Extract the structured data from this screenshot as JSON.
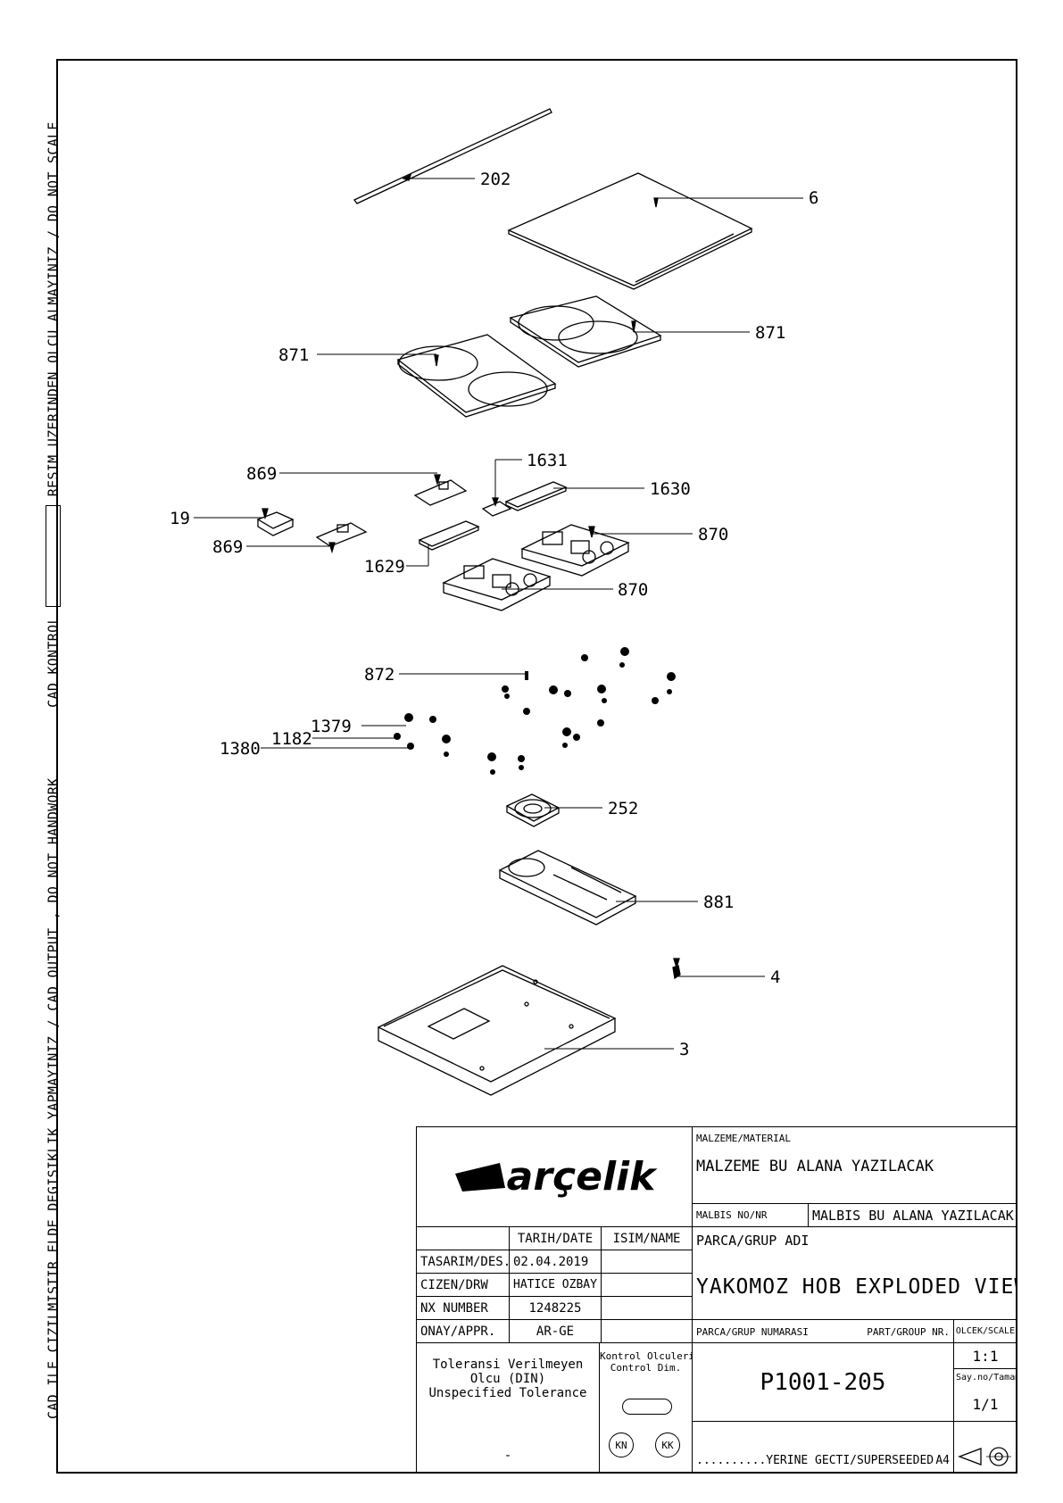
{
  "side_text": {
    "part1": "CAD ILE CIZILMISTIR ELDE DEGISIKLIK YAPMAYINIZ / CAD OUTPUT , DO NOT HANDWORK",
    "part2": "CAD KONTROL",
    "part3": "RESIM UZERINDEN OLCU ALMAYINIZ / DO NOT SCALE"
  },
  "callouts": {
    "c202": "202",
    "c6": "6",
    "c871a": "871",
    "c871b": "871",
    "c869a": "869",
    "c1631": "1631",
    "c1630": "1630",
    "c19": "19",
    "c869b": "869",
    "c870a": "870",
    "c1629": "1629",
    "c870b": "870",
    "c872": "872",
    "c1379": "1379",
    "c1182": "1182",
    "c1380": "1380",
    "c252": "252",
    "c881": "881",
    "c4": "4",
    "c3": "3"
  },
  "title_block": {
    "logo": "arçelik",
    "material_label": "MALZEME/MATERIAL",
    "material_value": "MALZEME BU ALANA YAZILACAK",
    "malbis_label": "MALBIS NO/NR",
    "malbis_value": "MALBIS BU ALANA YAZILACAK",
    "date_header": "TARIH/DATE",
    "name_header": "ISIM/NAME",
    "design_label": "TASARIM/DES.",
    "design_date": "02.04.2019",
    "drawn_label": "CIZEN/DRW",
    "drawn_name": "HATICE OZBAY",
    "nx_label": "NX NUMBER",
    "nx_value": "1248225",
    "approved_label": "ONAY/APPR.",
    "approved_value": "AR-GE",
    "group_name_label": "PARCA/GRUP ADI",
    "group_name_value": "YAKOMOZ HOB  EXPLODED VIEW GR",
    "group_no_label_tr": "PARCA/GRUP NUMARASI",
    "group_no_label_en": "PART/GROUP NR.",
    "scale_label": "OLCEK/SCALE",
    "scale_value": "1:1",
    "sheet_label": "Say.no/Tamami",
    "sheet_value": "1/1",
    "part_number": "P1001-205",
    "tolerance_1": "Toleransi Verilmeyen",
    "tolerance_2": "Olcu (DIN)",
    "tolerance_3": "Unspecified Tolerance",
    "tolerance_dash": "-",
    "control_1": "Kontrol Olculeri",
    "control_2": "Control Dim.",
    "kn": "KN",
    "kk": "KK",
    "superseded": "..........YERINE GECTI/SUPERSEEDED",
    "sheet_size": "A4"
  }
}
